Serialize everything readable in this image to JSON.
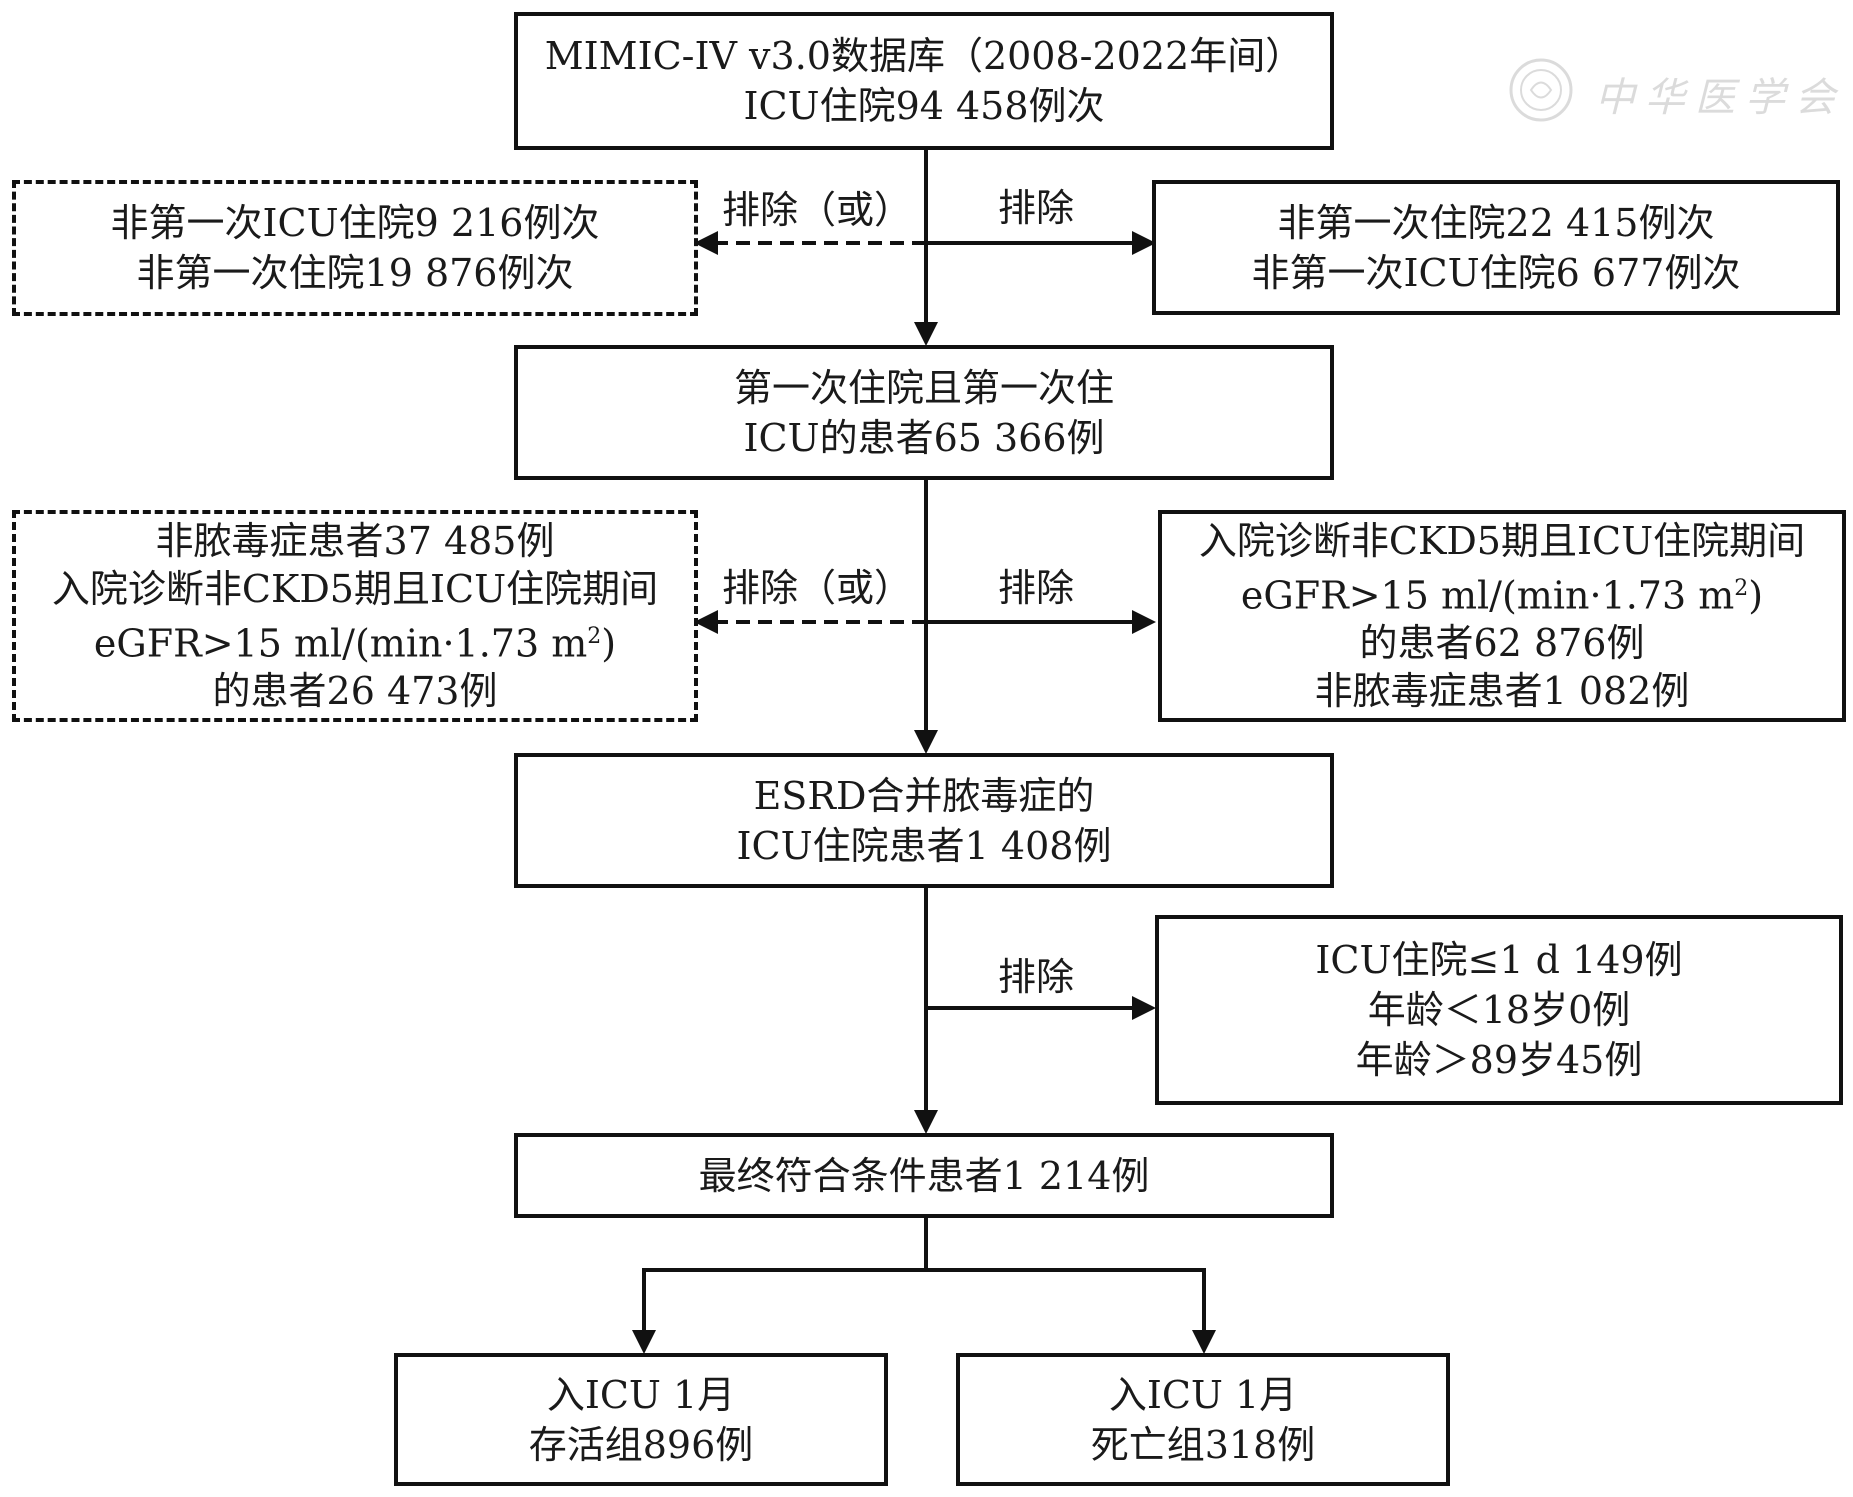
{
  "boxes": {
    "source": {
      "lines": [
        "MIMIC-IV v3.0数据库（2008-2022年间）",
        "ICU住院94 458例次"
      ]
    },
    "excl1_alt": {
      "lines": [
        "非第一次ICU住院9 216例次",
        "非第一次住院19 876例次"
      ]
    },
    "excl1": {
      "lines": [
        "非第一次住院22 415例次",
        "非第一次ICU住院6 677例次"
      ]
    },
    "step2": {
      "lines": [
        "第一次住院且第一次住",
        "ICU的患者65 366例"
      ]
    },
    "excl2_alt": {
      "lines": [
        "非脓毒症患者37 485例",
        "入院诊断非CKD5期且ICU住院期间",
        "eGFR>15 ml/(min·1.73 m",
        "2",
        ")",
        "的患者26 473例"
      ]
    },
    "excl2": {
      "lines": [
        "入院诊断非CKD5期且ICU住院期间",
        "eGFR>15 ml/(min·1.73 m",
        "2",
        ")",
        "的患者62 876例",
        "非脓毒症患者1 082例"
      ]
    },
    "step3": {
      "lines": [
        "ESRD合并脓毒症的",
        "ICU住院患者1 408例"
      ]
    },
    "excl3": {
      "lines": [
        "ICU住院≤1 d 149例",
        "年龄＜18岁0例",
        "年龄＞89岁45例"
      ]
    },
    "final": {
      "lines": [
        "最终符合条件患者1 214例"
      ]
    },
    "survive": {
      "lines": [
        "入ICU 1月",
        "存活组896例"
      ]
    },
    "death": {
      "lines": [
        "入ICU 1月",
        "死亡组318例"
      ]
    }
  },
  "edge_labels": {
    "exclude_or": "排除（或）",
    "exclude": "排除"
  },
  "watermark": {
    "text": "中华医学会"
  }
}
